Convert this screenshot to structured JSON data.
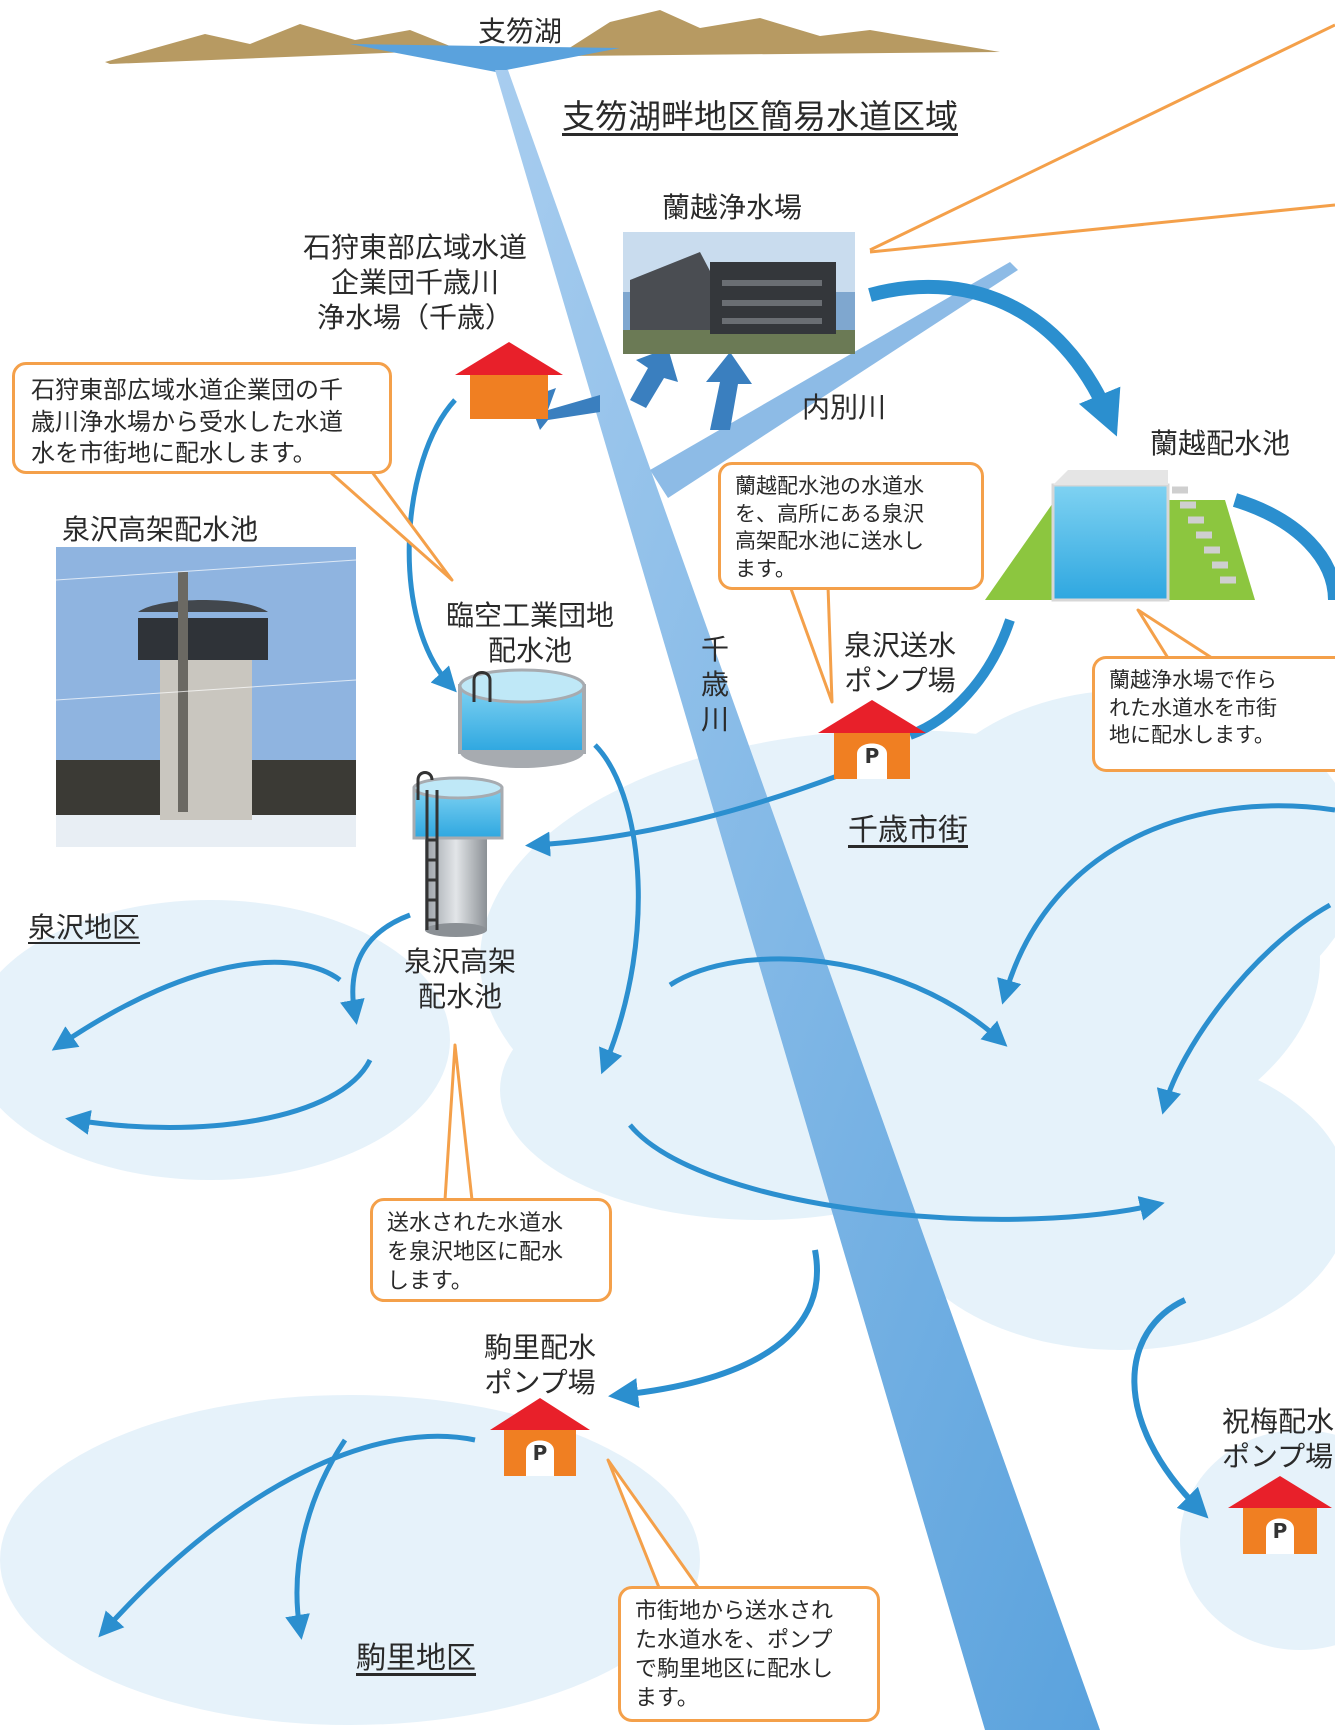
{
  "title": "支笏湖畔地区簡易水道区域",
  "lake": "支笏湖",
  "river_main": "千歳川",
  "river_branch": "内別川",
  "facilities": {
    "rankoshi_plant": "蘭越浄水場",
    "ishikari_plant": "石狩東部広域水道\n企業団千歳川\n浄水場（千歳）",
    "rankoshi_reservoir": "蘭越配水池",
    "izumisawa_elevated_photo": "泉沢高架配水池",
    "rinku_reservoir": "臨空工業団地\n配水池",
    "izumisawa_pump": "泉沢送水\nポンプ場",
    "izumisawa_elevated": "泉沢高架\n配水池",
    "komasato_pump": "駒里配水\nポンプ場",
    "iwaiume_pump": "祝梅配水\nポンプ場"
  },
  "areas": {
    "chitose_city": "千歳市街",
    "izumisawa": "泉沢地区",
    "komasato": "駒里地区"
  },
  "callouts": {
    "ishikari": "石狩東部広域水道企業団の千\n歳川浄水場から受水した水道\n水を市街地に配水します。",
    "rankoshi_to_izumisawa": "蘭越配水池の水道水\nを、高所にある泉沢\n高架配水池に送水し\nます。",
    "rankoshi_city": "蘭越浄水場で作ら\nれた水道水を市街\n地に配水します。",
    "izumisawa": "送水された水道水\nを泉沢地区に配水\nします。",
    "komasato": "市街地から送水され\nた水道水を、ポンプ\nで駒里地区に配水し\nます。"
  },
  "pump_symbol": "P",
  "colors": {
    "river": "#8dbbe6",
    "arrow": "#2b8fcf",
    "callout_border": "#f4a04a",
    "roof": "#e8202a",
    "house": "#f07f22",
    "area_fill": "#e3f1fa",
    "mountain": "#b79a62"
  }
}
